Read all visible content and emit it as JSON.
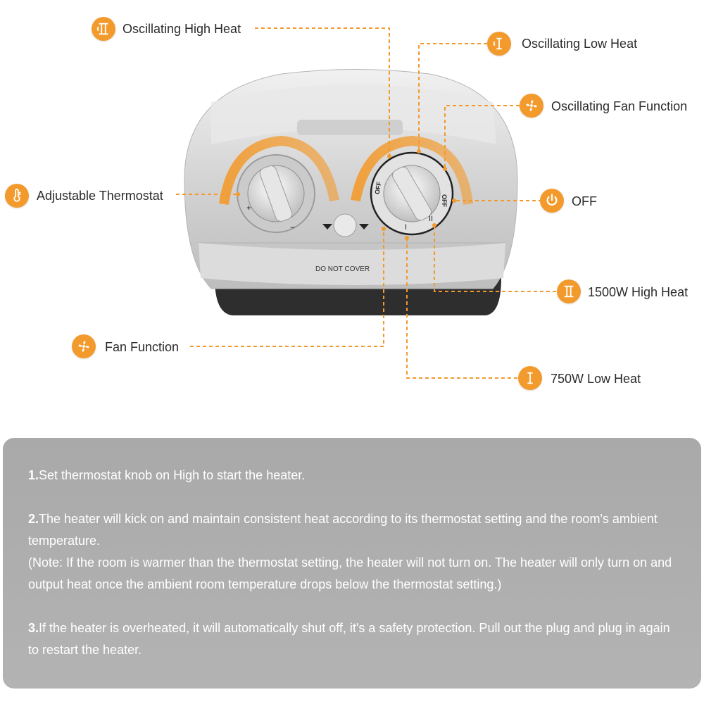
{
  "labels": {
    "oscillating_high_heat": "Oscillating High Heat",
    "oscillating_low_heat": "Oscillating Low Heat",
    "oscillating_fan_function": "Oscillating Fan Function",
    "adjustable_thermostat": "Adjustable Thermostat",
    "off": "OFF",
    "high_heat_1500w": "1500W High Heat",
    "fan_function": "Fan Function",
    "low_heat_750w": "750W Low Heat"
  },
  "heater": {
    "do_not_cover": "DO NOT COVER",
    "knob_off": "OFF",
    "knob_off_rotated": "OFF",
    "knob_plus": "+",
    "knob_minus": "−",
    "mark_low": "I",
    "mark_high": "II"
  },
  "instructions": {
    "step1_num": "1.",
    "step1_text": "Set thermostat knob on High to start the heater.",
    "step2_num": "2.",
    "step2_text": "The heater will kick on and maintain consistent heat according to its thermostat setting and the room's ambient temperature.",
    "step2_note": "(Note: If the room is warmer than the thermostat setting, the heater will not turn on. The heater will only turn on and output heat once the ambient room temperature drops below the thermostat setting.)",
    "step3_num": "3.",
    "step3_text": "If the heater is overheated, it will automatically shut off, it's a safety protection. Pull out the plug and plug in again to restart the heater."
  },
  "colors": {
    "accent": "#f39a2c",
    "panel": "#adadad"
  },
  "icons": [
    "oscillating-high-heat-icon",
    "oscillating-low-heat-icon",
    "oscillating-fan-icon",
    "thermometer-icon",
    "power-icon",
    "high-heat-icon",
    "fan-icon",
    "low-heat-icon"
  ]
}
